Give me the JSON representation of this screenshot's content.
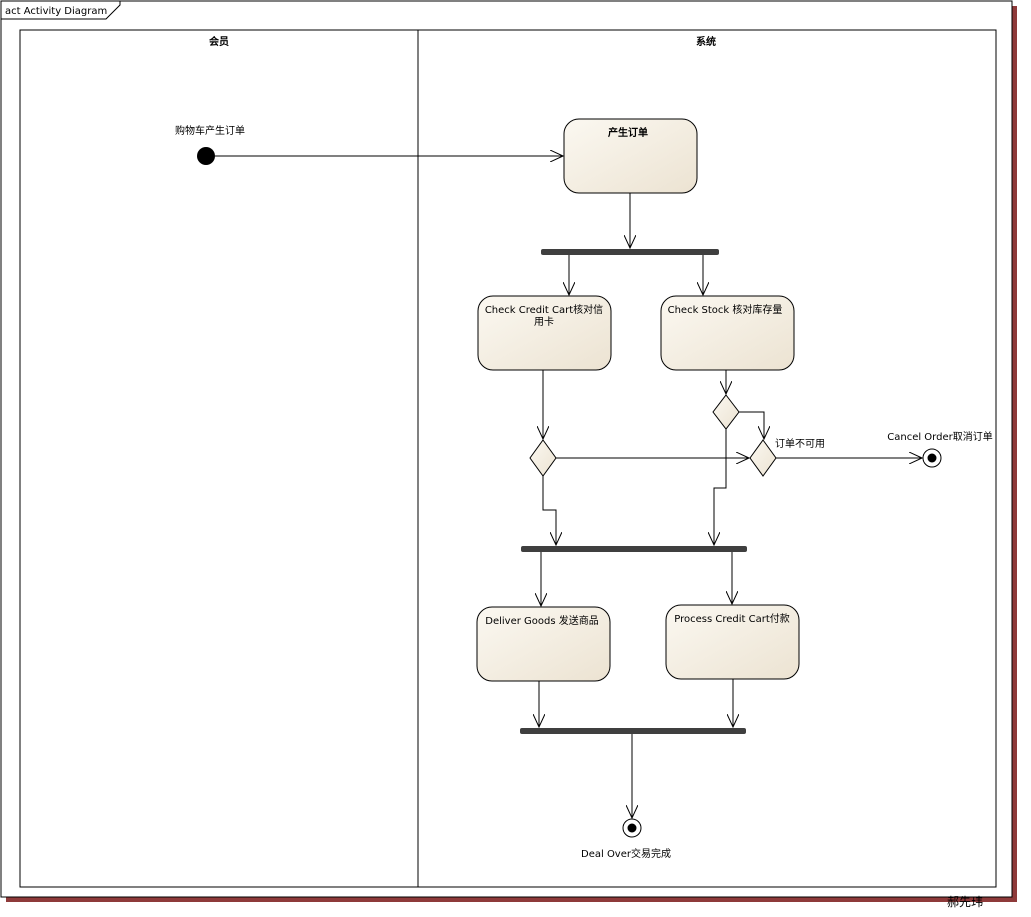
{
  "diagram": {
    "frame_title": "act Activity Diagram",
    "lanes": {
      "member": "会员",
      "system": "系统"
    },
    "initial_label": "购物车产生订单",
    "actions": {
      "create_order": "产生订单",
      "check_credit_line1": "Check Credit Cart核对信",
      "check_credit_line2": "用卡",
      "check_stock": "Check Stock 核对库存量",
      "deliver_goods": "Deliver Goods 发送商品",
      "process_credit": "Process Credit Cart付款"
    },
    "guard_unavailable": "订单不可用",
    "final_cancel": "Cancel Order取消订单",
    "final_done": "Deal Over交易完成",
    "signature": "郝先玮"
  }
}
